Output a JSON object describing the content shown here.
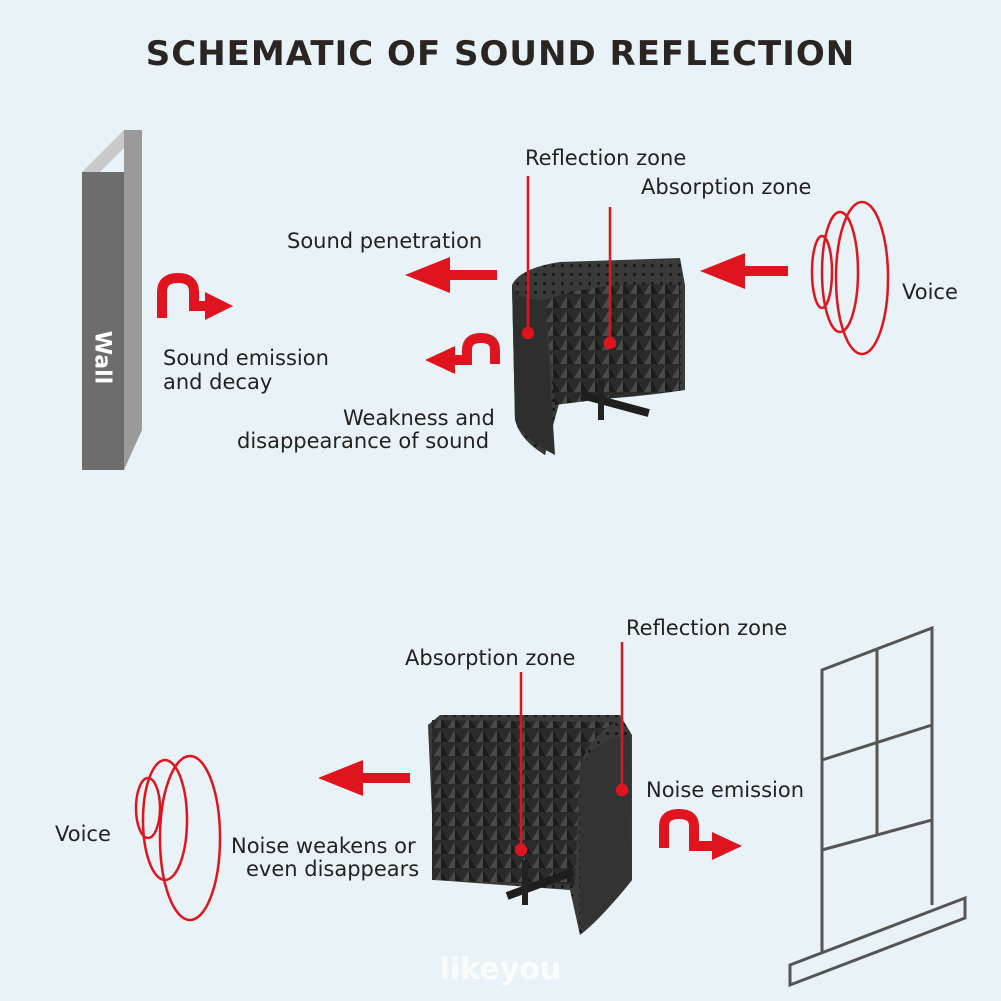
{
  "title": "SCHEMATIC OF   SOUND REFLECTION",
  "watermark": "likeyou",
  "top": {
    "wall_label": "Wall",
    "reflection_zone": "Reflection zone",
    "absorption_zone": "Absorption zone",
    "sound_penetration": "Sound penetration",
    "voice": "Voice",
    "sound_emission_line1": "Sound emission",
    "sound_emission_line2": "and decay",
    "weakness_line1": "Weakness and",
    "weakness_line2": "disappearance of sound"
  },
  "bottom": {
    "reflection_zone": "Reflection zone",
    "absorption_zone": "Absorption zone",
    "noise_emission": "Noise emission",
    "voice": "Voice",
    "noise_weakens_line1": "Noise weakens or",
    "noise_weakens_line2": "even disappears"
  },
  "colors": {
    "accent_red": "#e0141e",
    "wall_front": "#6d6d6d",
    "wall_side": "#9a9a9a",
    "wall_top": "#c9c9c9",
    "foam": "#2f2f2f",
    "background": "#e9f3f7"
  }
}
